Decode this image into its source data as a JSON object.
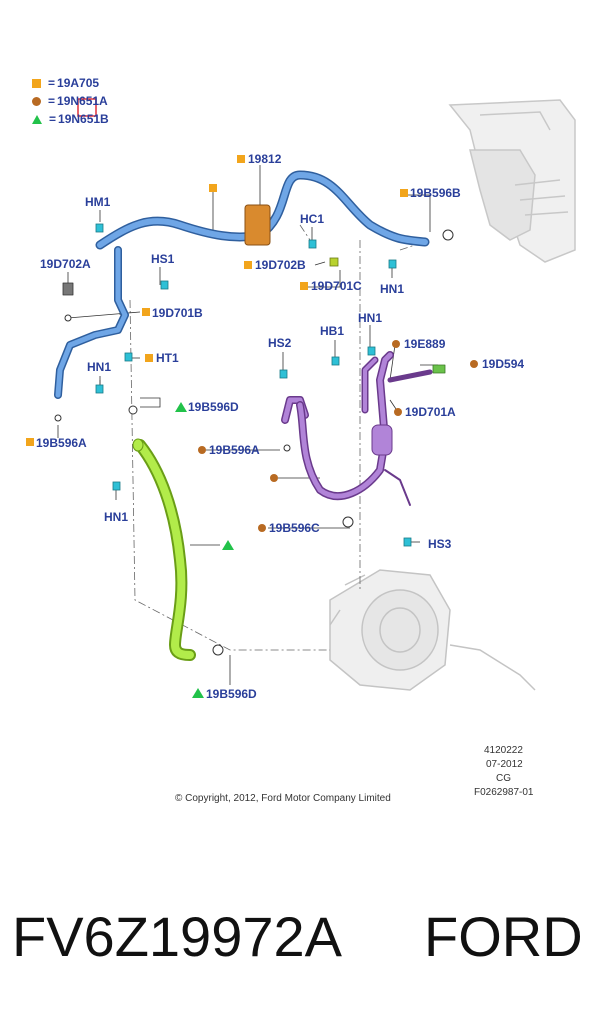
{
  "legend": [
    {
      "marker": "square",
      "label": "19A705"
    },
    {
      "marker": "circle",
      "label": "19N651A"
    },
    {
      "marker": "triangle",
      "label": "19N651B"
    }
  ],
  "legend_eq": "=",
  "callouts": {
    "19812": "19812",
    "hm1": "HM1",
    "hc1": "HC1",
    "19b596b": "19B596B",
    "19d702a": "19D702A",
    "hs1": "HS1",
    "19d702b": "19D702B",
    "19d701c": "19D701C",
    "hn1_top": "HN1",
    "19d701b": "19D701B",
    "ht1": "HT1",
    "hn1_left": "HN1",
    "19b596d_mid": "19B596D",
    "19b596a_left": "19B596A",
    "hn1_lower": "HN1",
    "hs2": "HS2",
    "hb1": "HB1",
    "hn1_right": "HN1",
    "19e889": "19E889",
    "19d594": "19D594",
    "19d701a": "19D701A",
    "19b596a_mid": "19B596A",
    "19b596c": "19B596C",
    "hs3": "HS3",
    "19b596d_bottom": "19B596D"
  },
  "footer": {
    "code1": "4120222",
    "date": "07-2012",
    "cg": "CG",
    "figure": "F0262987-01",
    "copyright": "© Copyright, 2012, Ford Motor Company Limited"
  },
  "part_number": "FV6Z19972A",
  "brand": "FORD",
  "colors": {
    "label_text": "#2a3f9a",
    "square_marker": "#f2a51c",
    "circle_marker": "#b86a22",
    "triangle_marker": "#22c24a",
    "blue_hose": "#5b93d6",
    "purple_hose": "#a070c8",
    "green_hose": "#9ad92a",
    "highlight_box": "#e0303a"
  }
}
